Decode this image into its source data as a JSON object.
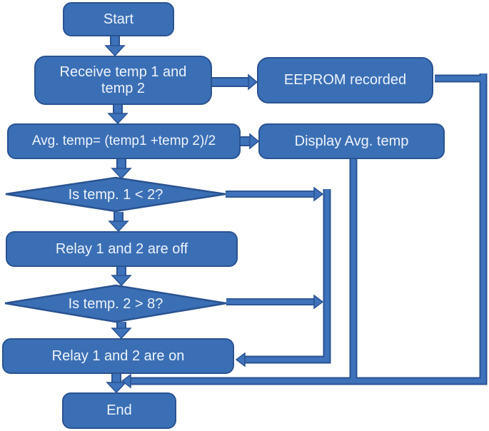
{
  "diagram": {
    "type": "flowchart",
    "colors": {
      "background": "#ffffff",
      "shape_fill": "#3b6fb5",
      "shape_border": "#2a5391",
      "connector_fill": "#3e72ba",
      "text": "#edf3fb"
    },
    "nodes": {
      "start": {
        "type": "terminator",
        "label": "Start"
      },
      "receive": {
        "type": "process",
        "label": "Receive temp 1 and\ntemp 2"
      },
      "eeprom": {
        "type": "process",
        "label": "EEPROM recorded"
      },
      "avg": {
        "type": "process",
        "label": "Avg. temp= (temp1 +temp 2)/2"
      },
      "display": {
        "type": "process",
        "label": "Display Avg. temp"
      },
      "decision1": {
        "type": "decision",
        "label": "Is temp. 1 < 2?"
      },
      "relay_off": {
        "type": "process",
        "label": "Relay 1 and 2 are off"
      },
      "decision2": {
        "type": "decision",
        "label": "Is temp. 2 > 8?"
      },
      "relay_on": {
        "type": "process",
        "label": "Relay 1 and 2 are on"
      },
      "end": {
        "type": "terminator",
        "label": "End"
      }
    },
    "edges": [
      {
        "from": "start",
        "to": "receive"
      },
      {
        "from": "receive",
        "to": "eeprom"
      },
      {
        "from": "receive",
        "to": "avg"
      },
      {
        "from": "avg",
        "to": "display"
      },
      {
        "from": "avg",
        "to": "decision1"
      },
      {
        "from": "decision1",
        "to": "relay_off",
        "branch": "down"
      },
      {
        "from": "decision1",
        "to": "relay_on",
        "branch": "right"
      },
      {
        "from": "relay_off",
        "to": "decision2"
      },
      {
        "from": "decision2",
        "to": "relay_on",
        "branch": "down"
      },
      {
        "from": "decision2",
        "to": "relay_on",
        "branch": "right"
      },
      {
        "from": "relay_on",
        "to": "end"
      },
      {
        "from": "display",
        "to": "end"
      },
      {
        "from": "eeprom",
        "to": "end"
      }
    ]
  }
}
